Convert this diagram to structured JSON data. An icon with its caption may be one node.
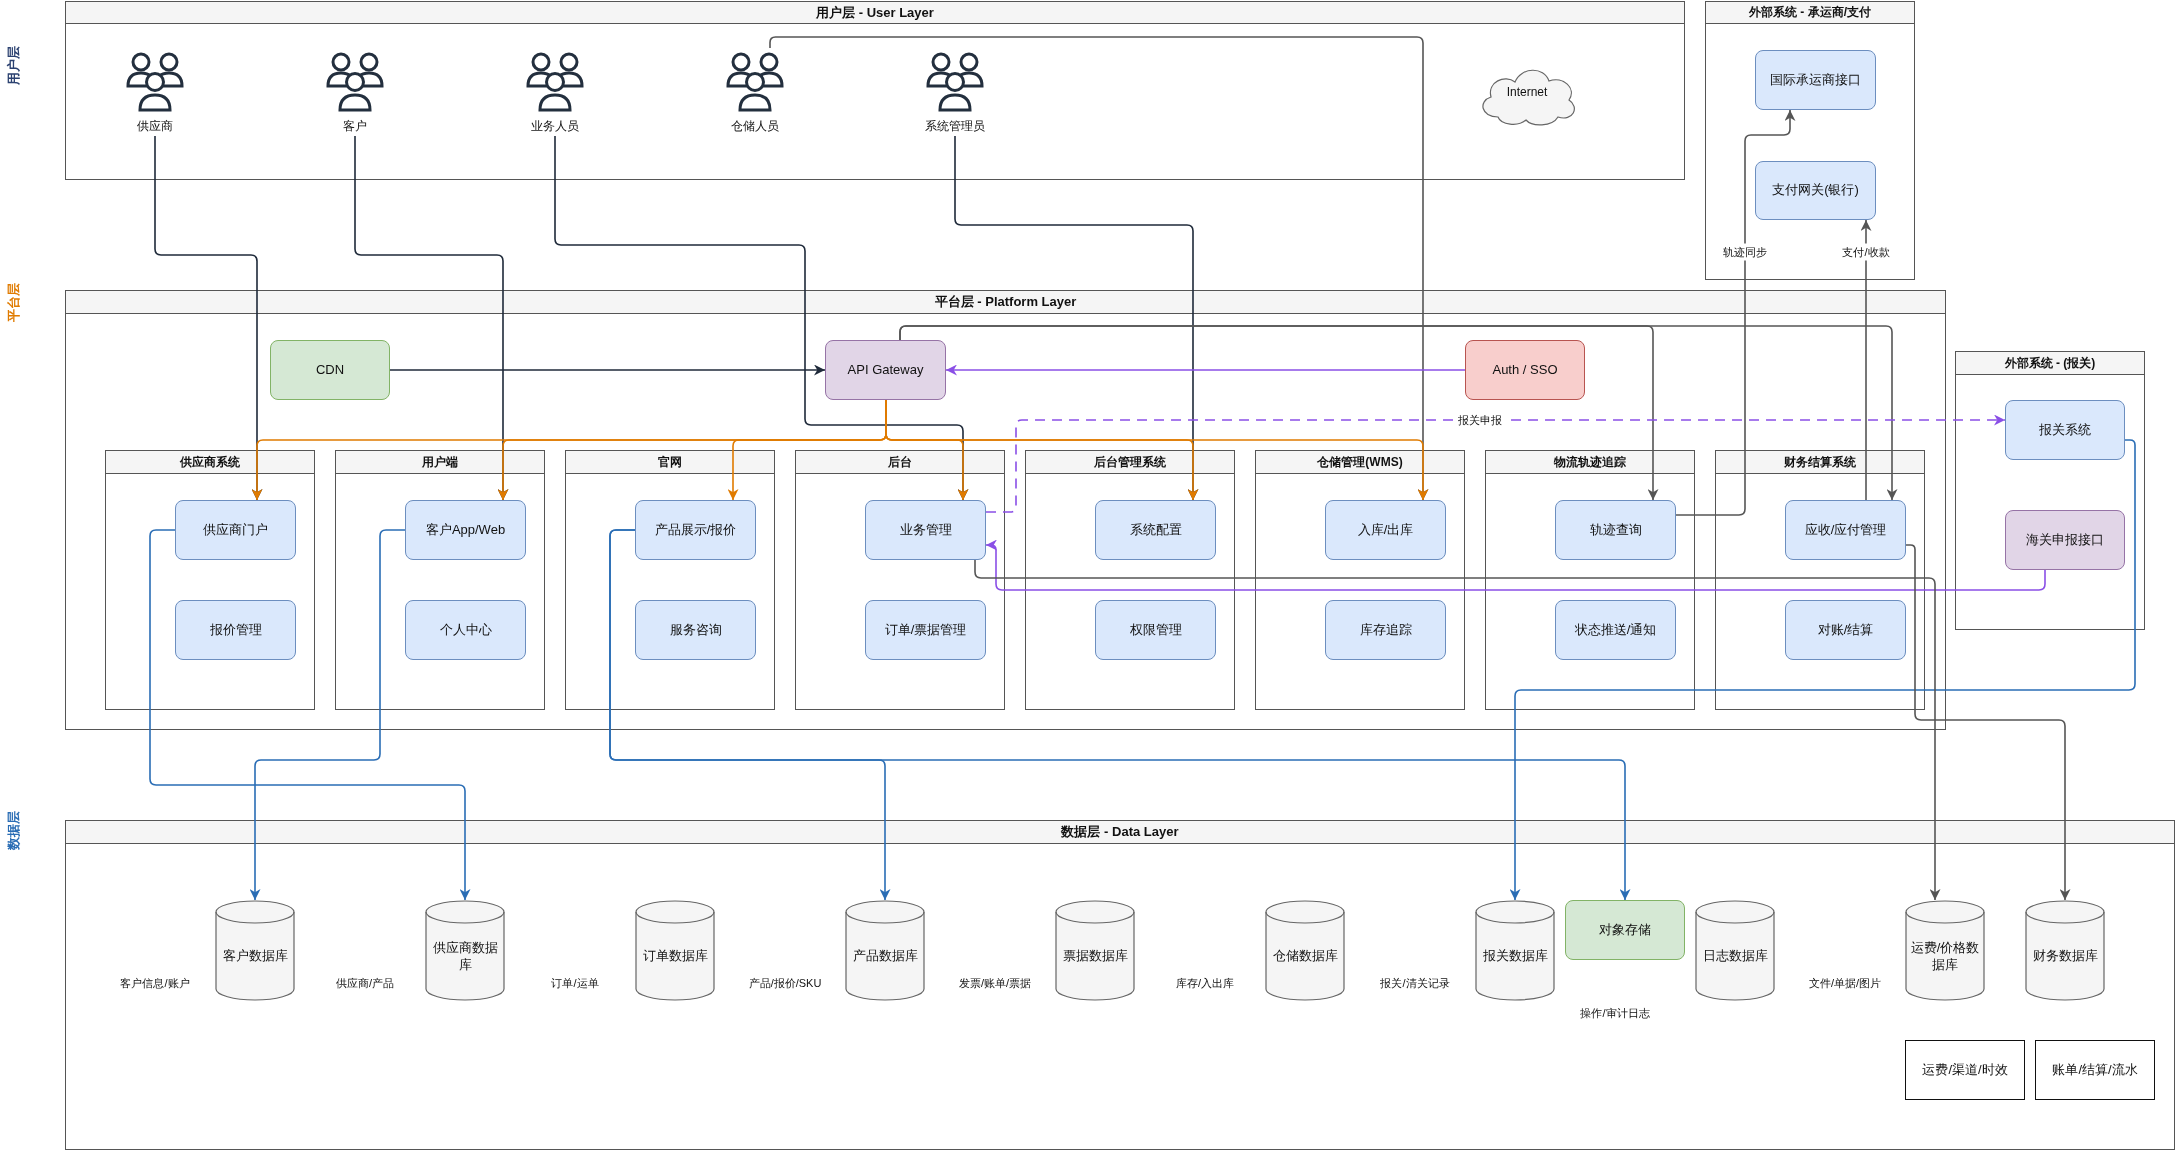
{
  "diagram": {
    "nodes": [
      {
        "text": [
          "用户层 - User Layer"
        ]
      },
      {
        "text": [
          "供应商"
        ],
        "in": 0
      },
      {
        "text": [
          "客户"
        ],
        "in": 0
      },
      {
        "text": [
          "业务人员"
        ],
        "in": 0
      },
      {
        "text": [
          "仓储人员"
        ],
        "in": 0
      },
      {
        "text": [
          "系统管理员"
        ],
        "in": 0
      },
      {
        "text": [
          "Internet"
        ],
        "in": 0
      },
      {
        "text": [
          "外部系统 - 承运商/支付"
        ]
      },
      {
        "text": [
          "国际承运商接口"
        ],
        "in": 7
      },
      {
        "text": [
          "支付网关(银行)"
        ],
        "in": 7
      },
      {
        "text": [
          "平台层 - Platform Layer"
        ]
      },
      {
        "text": [
          "CDN"
        ],
        "in": 10
      },
      {
        "text": [
          "API Gateway"
        ],
        "in": 10
      },
      {
        "text": [
          "Auth / SSO"
        ],
        "in": 10
      },
      {
        "text": [
          "供应商系统"
        ],
        "in": 10
      },
      {
        "text": [
          "供应商门户"
        ],
        "in": 14
      },
      {
        "text": [
          "报价管理"
        ],
        "in": 14
      },
      {
        "text": [
          "用户端"
        ],
        "in": 10
      },
      {
        "text": [
          "客户App/Web"
        ],
        "in": 17
      },
      {
        "text": [
          "个人中心"
        ],
        "in": 17
      },
      {
        "text": [
          "官网"
        ],
        "in": 10
      },
      {
        "text": [
          "产品展示/报价"
        ],
        "in": 20
      },
      {
        "text": [
          "服务咨询"
        ],
        "in": 20
      },
      {
        "text": [
          "后台"
        ],
        "in": 10
      },
      {
        "text": [
          "业务管理"
        ],
        "in": 23
      },
      {
        "text": [
          "订单/票据管理"
        ],
        "in": 23
      },
      {
        "text": [
          "后台管理系统"
        ],
        "in": 10
      },
      {
        "text": [
          "系统配置"
        ],
        "in": 26
      },
      {
        "text": [
          "权限管理"
        ],
        "in": 26
      },
      {
        "text": [
          "仓储管理(WMS)"
        ],
        "in": 10
      },
      {
        "text": [
          "入库/出库"
        ],
        "in": 29
      },
      {
        "text": [
          "库存追踪"
        ],
        "in": 29
      },
      {
        "text": [
          "物流轨迹追踪"
        ],
        "in": 10
      },
      {
        "text": [
          "轨迹查询"
        ],
        "in": 32
      },
      {
        "text": [
          "状态推送/通知"
        ],
        "in": 32
      },
      {
        "text": [
          "财务结算系统"
        ],
        "in": 10
      },
      {
        "text": [
          "应收/应付管理"
        ],
        "in": 35
      },
      {
        "text": [
          "对账/结算"
        ],
        "in": 35
      },
      {
        "text": [
          "外部系统 - (报关)"
        ]
      },
      {
        "text": [
          "报关系统"
        ],
        "in": 38
      },
      {
        "text": [
          "海关申报接口"
        ],
        "in": 38
      },
      {
        "text": [
          "数据层 - Data Layer"
        ]
      },
      {
        "text": [
          "客户数据库"
        ],
        "in": 41
      },
      {
        "text": [
          "供应商数据库"
        ],
        "in": 41
      },
      {
        "text": [
          "订单数据库"
        ],
        "in": 41
      },
      {
        "text": [
          "产品数据库"
        ],
        "in": 41
      },
      {
        "text": [
          "票据数据库"
        ],
        "in": 41
      },
      {
        "text": [
          "仓储数据库"
        ],
        "in": 41
      },
      {
        "text": [
          "报关数据库"
        ],
        "in": 41
      },
      {
        "text": [
          "对象存储"
        ],
        "in": 41
      },
      {
        "text": [
          "日志数据库"
        ],
        "in": 41
      },
      {
        "text": [
          "运费/价格数据库"
        ],
        "in": 41
      },
      {
        "text": [
          "财务数据库"
        ],
        "in": 41
      },
      {
        "text": [
          "运费/渠道/时效"
        ],
        "in": 41
      },
      {
        "text": [
          "账单/结算/流水"
        ],
        "in": 41
      }
    ],
    "edges": [
      {
        "from": 1,
        "to": 15,
        "arrow": "to",
        "color": "#1f2a3a"
      },
      {
        "from": 2,
        "to": 18,
        "arrow": "to",
        "color": "#1f2a3a"
      },
      {
        "from": 3,
        "to": 24,
        "arrow": "to",
        "color": "#1f2a3a"
      },
      {
        "from": 5,
        "to": 27,
        "arrow": "to",
        "color": "#1f2a3a"
      },
      {
        "from": 4,
        "to": 30,
        "arrow": "to"
      },
      {
        "from": 11,
        "to": 12,
        "arrow": "to",
        "color": "#1f2a3a"
      },
      {
        "from": 12,
        "to": 15,
        "arrow": "to",
        "color": "#e07b00"
      },
      {
        "from": 12,
        "to": 18,
        "arrow": "to",
        "color": "#e07b00"
      },
      {
        "from": 12,
        "to": 21,
        "arrow": "to",
        "color": "#e07b00"
      },
      {
        "from": 12,
        "to": 24,
        "arrow": "to",
        "color": "#e07b00"
      },
      {
        "from": 12,
        "to": 27,
        "arrow": "to",
        "color": "#e07b00"
      },
      {
        "from": 12,
        "to": 30,
        "arrow": "to",
        "color": "#e07b00"
      },
      {
        "from": 12,
        "to": 33,
        "arrow": "to"
      },
      {
        "from": 12,
        "to": 36,
        "arrow": "to"
      },
      {
        "from": 13,
        "to": 12,
        "arrow": "to",
        "color": "#8a4fe6"
      },
      {
        "from": 36,
        "to": 9,
        "arrow": "to",
        "label": "支付/收款"
      },
      {
        "from": 33,
        "to": 8,
        "arrow": "to",
        "label": "轨迹同步"
      },
      {
        "from": 24,
        "to": 39,
        "arrow": "to",
        "label": "报关申报",
        "style": "dashed",
        "color": "#8a4fe6"
      },
      {
        "from": 15,
        "to": 43,
        "arrow": "to",
        "color": "#2a6db5"
      },
      {
        "from": 18,
        "to": 42,
        "arrow": "to",
        "color": "#2a6db5"
      },
      {
        "from": 21,
        "to": 45,
        "arrow": "to",
        "color": "#2a6db5"
      },
      {
        "from": 21,
        "to": 49,
        "arrow": "to",
        "color": "#2a6db5"
      },
      {
        "from": 39,
        "to": 48,
        "arrow": "to",
        "color": "#2a6db5"
      },
      {
        "from": 40,
        "to": 24,
        "arrow": "to",
        "color": "#8a4fe6"
      },
      {
        "from": 24,
        "to": 51,
        "arrow": "to"
      },
      {
        "from": 36,
        "to": 52,
        "arrow": "to"
      }
    ],
    "labels": [
      "用户层",
      "平台层",
      "数据层",
      "客户信息/账户",
      "供应商/产品",
      "订单/运单",
      "产品/报价/SKU",
      "发票/账单/票据",
      "库存/入出库",
      "报关/清关记录",
      "文件/单据/图片",
      "操作/审计日志"
    ]
  }
}
